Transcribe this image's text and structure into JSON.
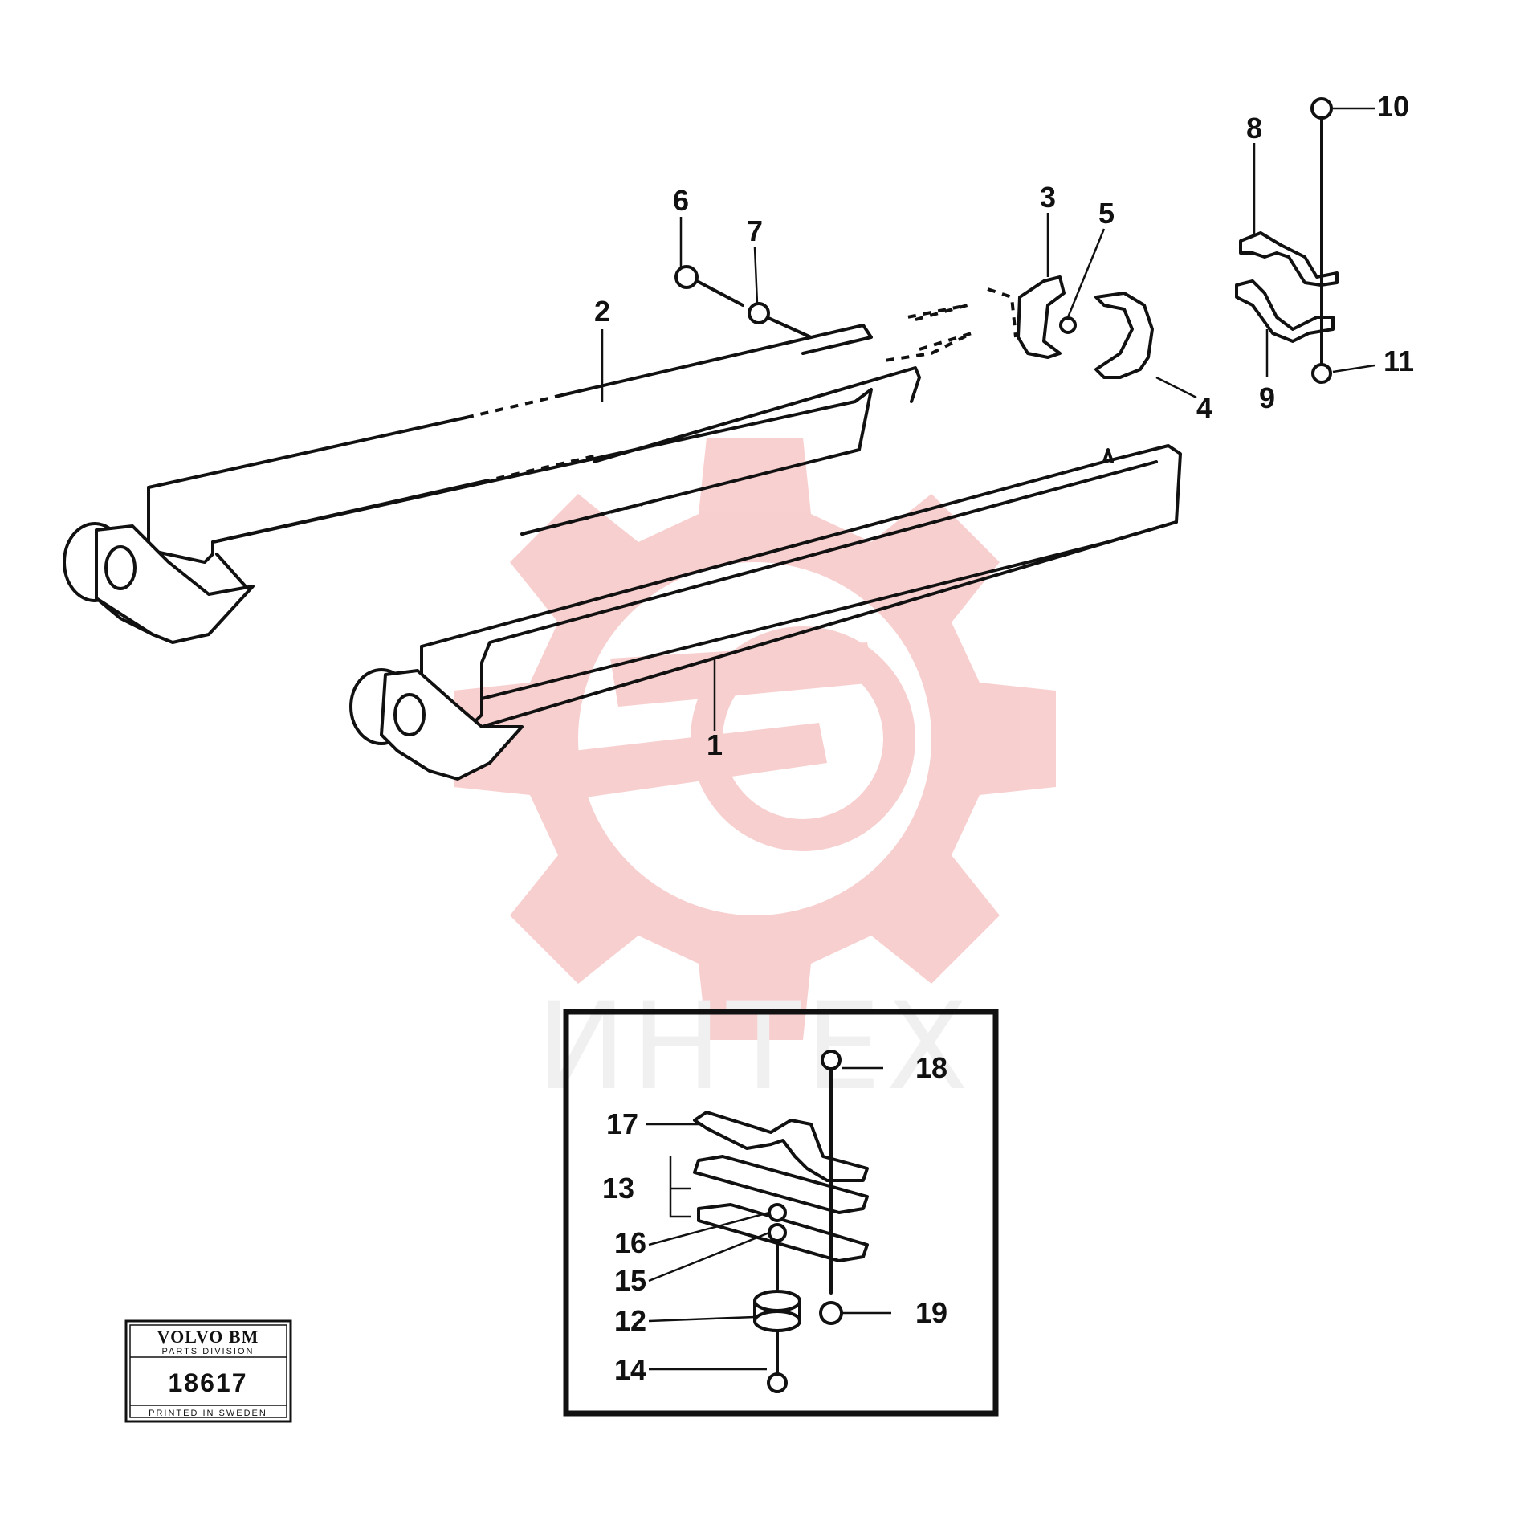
{
  "callouts": {
    "c1": "1",
    "c2": "2",
    "c3": "3",
    "c4": "4",
    "c5": "5",
    "c6": "6",
    "c7": "7",
    "c8": "8",
    "c9": "9",
    "c10": "10",
    "c11": "11",
    "c12": "12",
    "c13": "13",
    "c14": "14",
    "c15": "15",
    "c16": "16",
    "c17": "17",
    "c18": "18",
    "c19": "19"
  },
  "stamp": {
    "brand": "VOLVO BM",
    "division": "PARTS DIVISION",
    "number": "18617",
    "printed": "PRINTED IN SWEDEN"
  },
  "watermark": {
    "text": "ИНТЕХ",
    "color": "#f2b8b8"
  }
}
